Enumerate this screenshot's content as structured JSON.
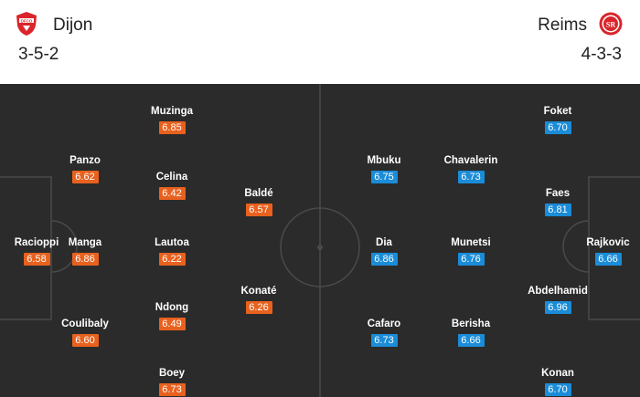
{
  "home": {
    "name": "Dijon",
    "formation": "3-5-2",
    "crest_icon": "dijon-crest-icon",
    "color": "#e8611e",
    "players": [
      {
        "name": "Racioppi",
        "rating": "6.58"
      },
      {
        "name": "Panzo",
        "rating": "6.62"
      },
      {
        "name": "Manga",
        "rating": "6.86"
      },
      {
        "name": "Coulibaly",
        "rating": "6.60"
      },
      {
        "name": "Muzinga",
        "rating": "6.85"
      },
      {
        "name": "Celina",
        "rating": "6.42"
      },
      {
        "name": "Lautoa",
        "rating": "6.22"
      },
      {
        "name": "Ndong",
        "rating": "6.49"
      },
      {
        "name": "Boey",
        "rating": "6.73"
      },
      {
        "name": "Baldé",
        "rating": "6.57"
      },
      {
        "name": "Konaté",
        "rating": "6.26"
      }
    ]
  },
  "away": {
    "name": "Reims",
    "formation": "4-3-3",
    "crest_icon": "reims-crest-icon",
    "color": "#1a8cd8",
    "players": [
      {
        "name": "Rajkovic",
        "rating": "6.66"
      },
      {
        "name": "Foket",
        "rating": "6.70"
      },
      {
        "name": "Faes",
        "rating": "6.81"
      },
      {
        "name": "Abdelhamid",
        "rating": "6.96"
      },
      {
        "name": "Konan",
        "rating": "6.70"
      },
      {
        "name": "Chavalerin",
        "rating": "6.73"
      },
      {
        "name": "Munetsi",
        "rating": "6.76"
      },
      {
        "name": "Berisha",
        "rating": "6.66"
      },
      {
        "name": "Mbuku",
        "rating": "6.75"
      },
      {
        "name": "Dia",
        "rating": "6.86"
      },
      {
        "name": "Cafaro",
        "rating": "6.73"
      }
    ]
  }
}
